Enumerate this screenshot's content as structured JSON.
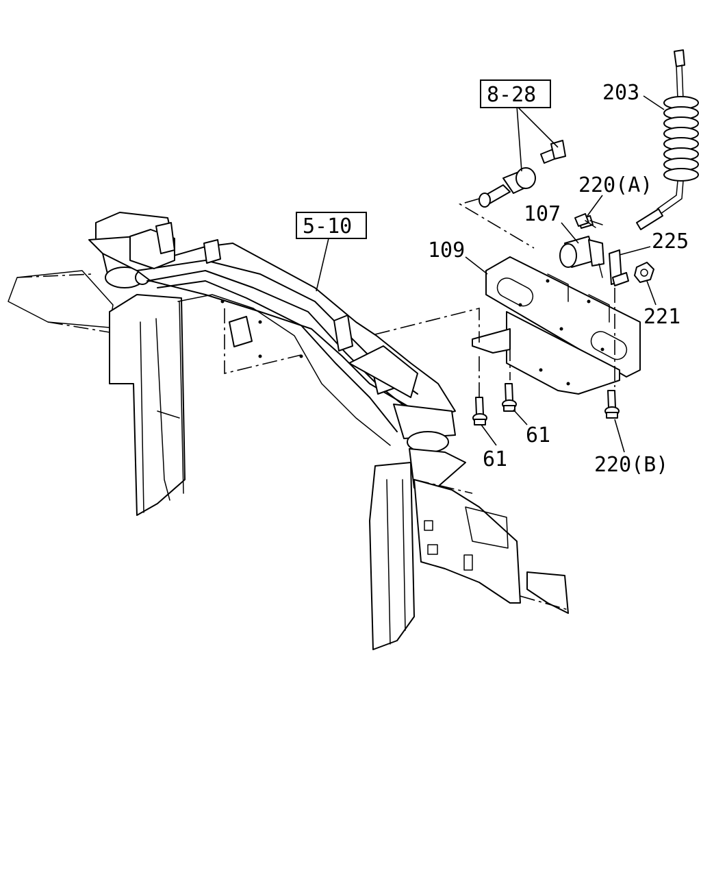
{
  "labels": {
    "ref_8_28": "8-28",
    "ref_5_10": "5-10",
    "p203": "203",
    "p220a": "220(A)",
    "p107": "107",
    "p225": "225",
    "p109": "109",
    "p221": "221",
    "p61a": "61",
    "p61b": "61",
    "p220b": "220(B)"
  }
}
